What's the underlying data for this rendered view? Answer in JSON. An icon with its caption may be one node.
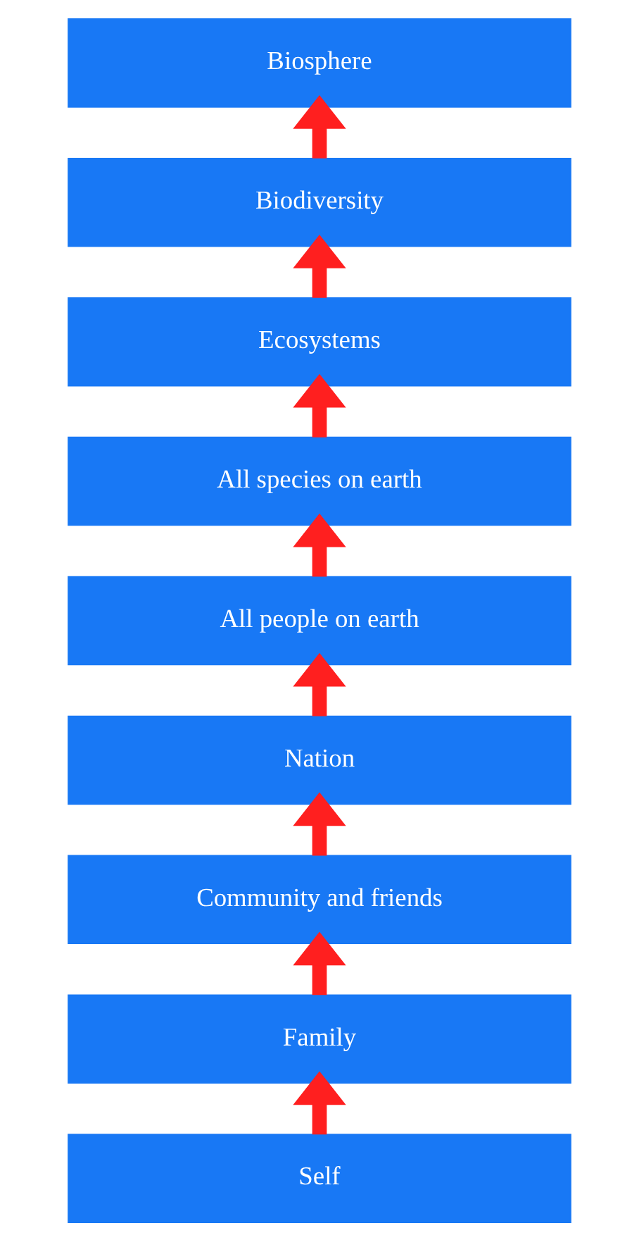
{
  "diagram": {
    "nodes": [
      {
        "text": [
          "Biosphere"
        ]
      },
      {
        "text": [
          "Biodiversity"
        ]
      },
      {
        "text": [
          "Ecosystems"
        ]
      },
      {
        "text": [
          "All species on earth"
        ]
      },
      {
        "text": [
          "All people on earth"
        ]
      },
      {
        "text": [
          "Nation"
        ]
      },
      {
        "text": [
          "Community and friends"
        ]
      },
      {
        "text": [
          "Family"
        ]
      },
      {
        "text": [
          "Self"
        ]
      }
    ],
    "edges": [
      {
        "from": 8,
        "to": 7,
        "arrow": "to"
      },
      {
        "from": 7,
        "to": 6,
        "arrow": "to"
      },
      {
        "from": 6,
        "to": 5,
        "arrow": "to"
      },
      {
        "from": 5,
        "to": 4,
        "arrow": "to"
      },
      {
        "from": 4,
        "to": 3,
        "arrow": "to"
      },
      {
        "from": 3,
        "to": 2,
        "arrow": "to"
      },
      {
        "from": 2,
        "to": 1,
        "arrow": "to"
      },
      {
        "from": 1,
        "to": 0,
        "arrow": "to"
      }
    ]
  }
}
